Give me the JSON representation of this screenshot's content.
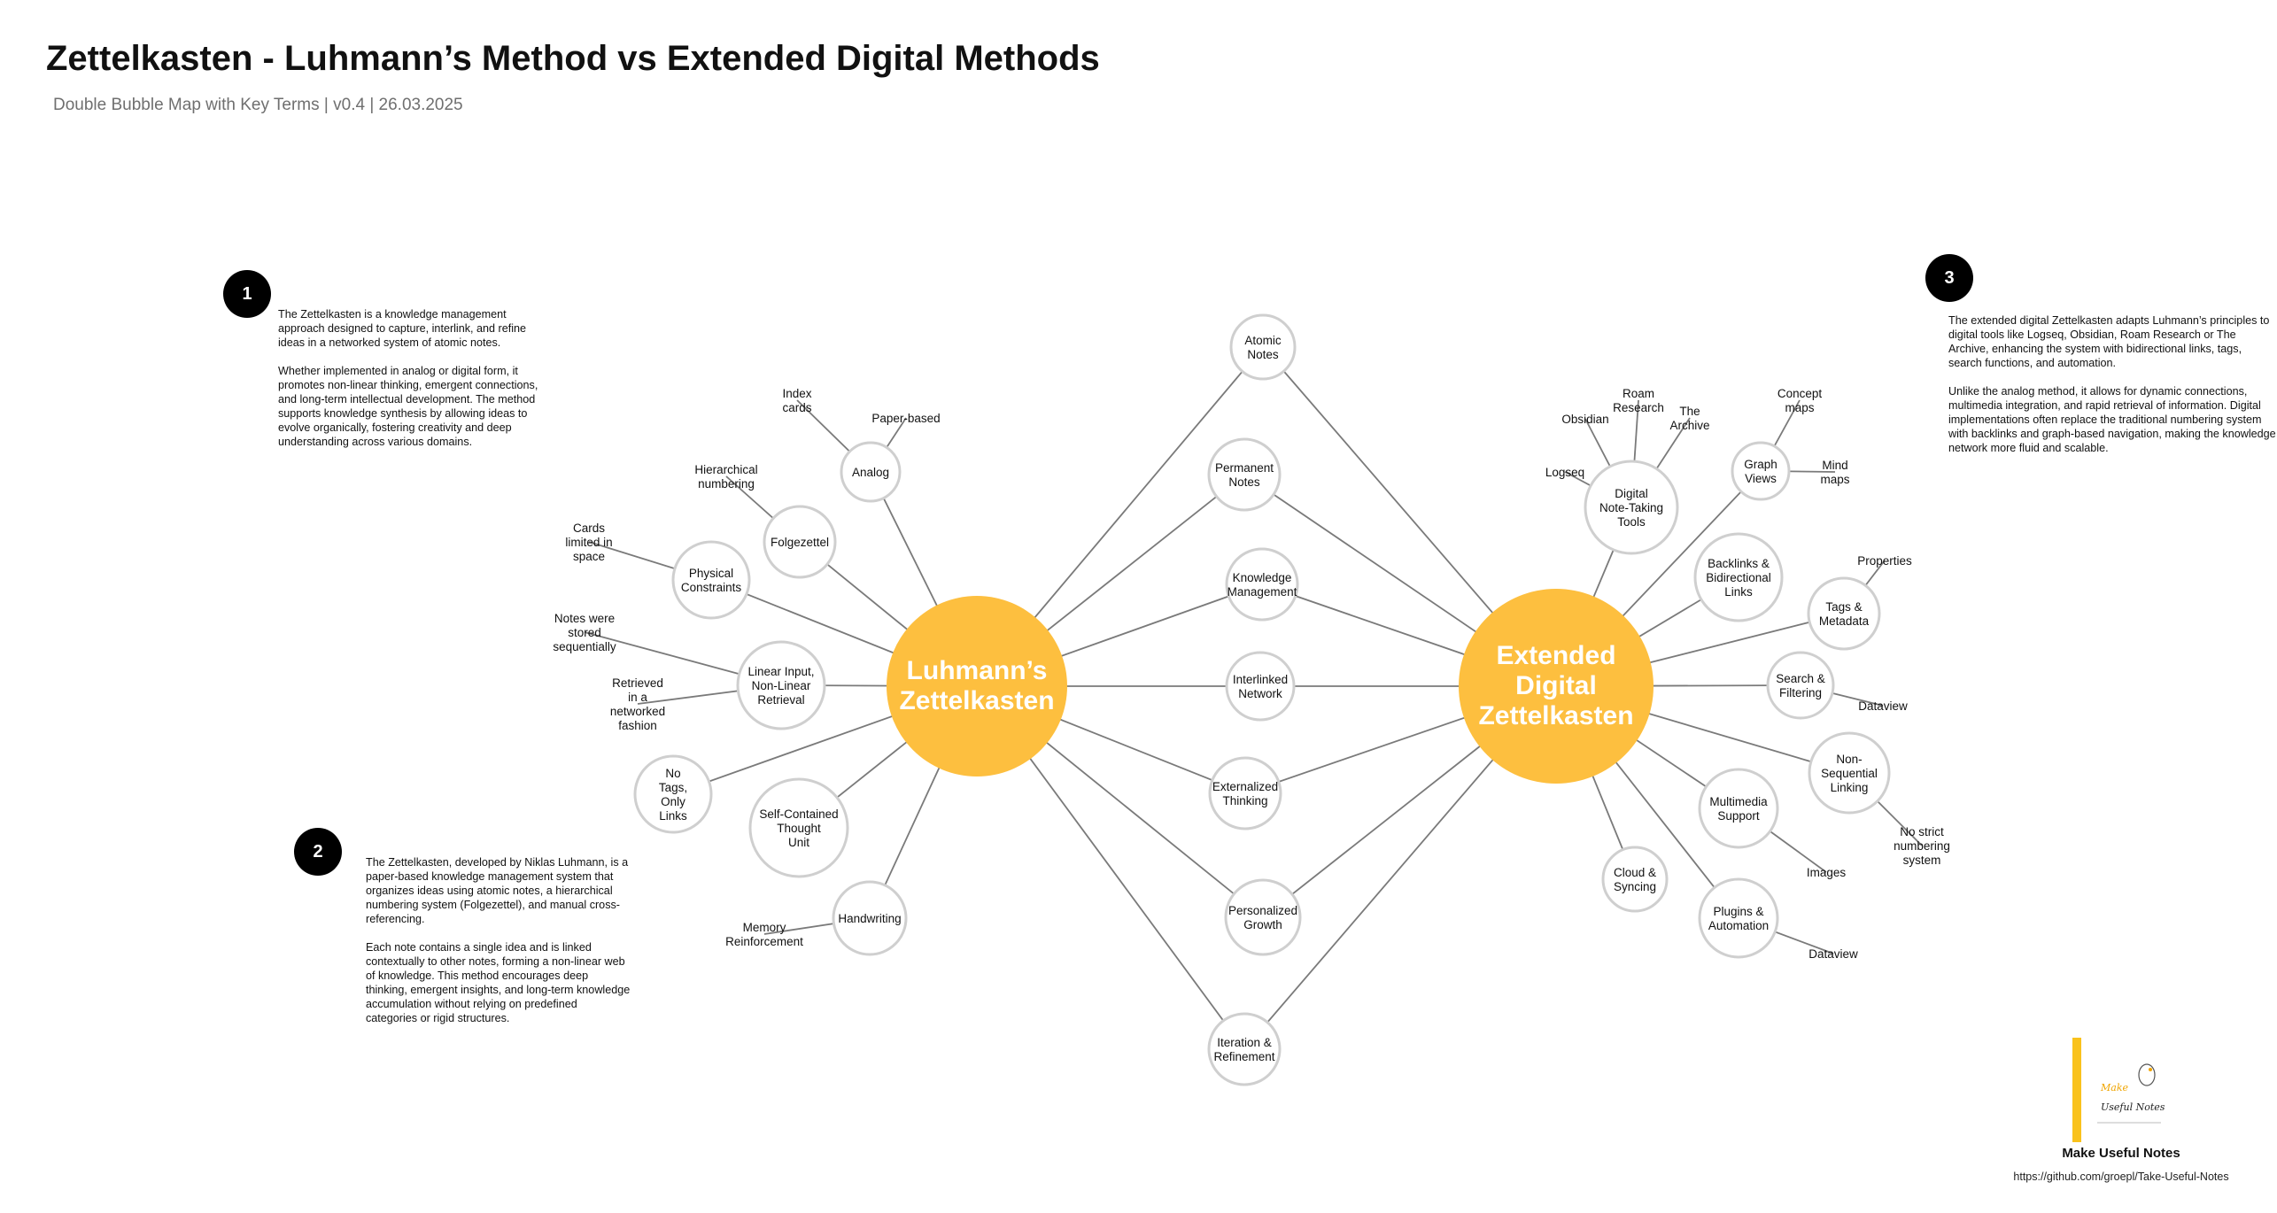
{
  "title": "Zettelkasten - Luhmann’s Method vs Extended Digital Methods",
  "subtitle": "Double Bubble Map with Key Terms | v0.4 | 26.03.2025",
  "colors": {
    "hub": "#fdbf3f",
    "bubble_border": "#cfcfcf",
    "edge": "#7a7a7a",
    "badge": "#000000"
  },
  "hubs": {
    "left": [
      "Luhmann’s",
      "Zettelkasten"
    ],
    "right": [
      "Extended",
      "Digital",
      "Zettelkasten"
    ]
  },
  "shared": [
    [
      "Atomic",
      "Notes"
    ],
    [
      "Permanent",
      "Notes"
    ],
    [
      "Knowledge",
      "Management"
    ],
    [
      "Interlinked",
      "Network"
    ],
    [
      "Externalized",
      "Thinking"
    ],
    [
      "Personalized",
      "Growth"
    ],
    [
      "Iteration &",
      "Refinement"
    ]
  ],
  "left_nodes": [
    [
      "Analog"
    ],
    [
      "Folgezettel"
    ],
    [
      "Physical",
      "Constraints"
    ],
    [
      "Linear Input,",
      "Non-Linear",
      "Retrieval"
    ],
    [
      "No",
      "Tags,",
      "Only",
      "Links"
    ],
    [
      "Self-Contained",
      "Thought",
      "Unit"
    ],
    [
      "Handwriting"
    ]
  ],
  "left_labels": [
    [
      "Index",
      "cards"
    ],
    [
      "Paper-based"
    ],
    [
      "Hierarchical",
      "numbering"
    ],
    [
      "Cards",
      "limited in",
      "space"
    ],
    [
      "Notes were",
      "stored",
      "sequentially"
    ],
    [
      "Retrieved",
      "in a",
      "networked",
      "fashion"
    ],
    [
      "Memory",
      "Reinforcement"
    ]
  ],
  "right_nodes": [
    [
      "Digital",
      "Note-Taking",
      "Tools"
    ],
    [
      "Graph",
      "Views"
    ],
    [
      "Backlinks &",
      "Bidirectional",
      "Links"
    ],
    [
      "Tags &",
      "Metadata"
    ],
    [
      "Search &",
      "Filtering"
    ],
    [
      "Non-",
      "Sequential",
      "Linking"
    ],
    [
      "Multimedia",
      "Support"
    ],
    [
      "Cloud &",
      "Syncing"
    ],
    [
      "Plugins &",
      "Automation"
    ]
  ],
  "right_labels": [
    [
      "Obsidian"
    ],
    [
      "Roam",
      "Research"
    ],
    [
      "The",
      "Archive"
    ],
    [
      "Logseq"
    ],
    [
      "Concept",
      "maps"
    ],
    [
      "Mind",
      "maps"
    ],
    [
      "Properties"
    ],
    [
      "Dataview"
    ],
    [
      "No strict",
      "numbering",
      "system"
    ],
    [
      "Images"
    ],
    [
      "Dataview"
    ]
  ],
  "notes": {
    "n1": {
      "badge": "1",
      "p1": "The Zettelkasten is a knowledge management approach designed to capture, interlink, and refine ideas in a networked system of atomic notes.",
      "p2": "Whether implemented in analog or digital form, it promotes non-linear thinking, emergent connections, and long-term intellectual development. The method supports knowledge synthesis by allowing ideas to evolve organically, fostering creativity and deep understanding across various domains."
    },
    "n2": {
      "badge": "2",
      "p1": "The Zettelkasten, developed by Niklas Luhmann, is a paper-based knowledge management system that organizes ideas using atomic notes, a hierarchical numbering system (Folgezettel), and manual cross-referencing.",
      "p2": "Each note contains a single idea and is linked contextually to other notes, forming a non-linear web of knowledge. This method encourages deep thinking, emergent insights, and long-term knowledge accumulation without relying on predefined categories or rigid structures."
    },
    "n3": {
      "badge": "3",
      "p1": "The extended digital Zettelkasten adapts Luhmann’s principles to digital tools like Logseq, Obsidian, Roam Research or The Archive, enhancing the system with bidirectional links, tags, search functions, and automation.",
      "p2": "Unlike the analog method, it allows for dynamic connections, multimedia integration, and rapid retrieval of information. Digital implementations often replace the traditional numbering system with backlinks and graph-based navigation, making the knowledge network more fluid and scalable."
    }
  },
  "logo": {
    "name": "Make Useful Notes",
    "url": "https://github.com/groepl/Take-Useful-Notes",
    "art_text": [
      "Make",
      "Useful Notes"
    ]
  }
}
